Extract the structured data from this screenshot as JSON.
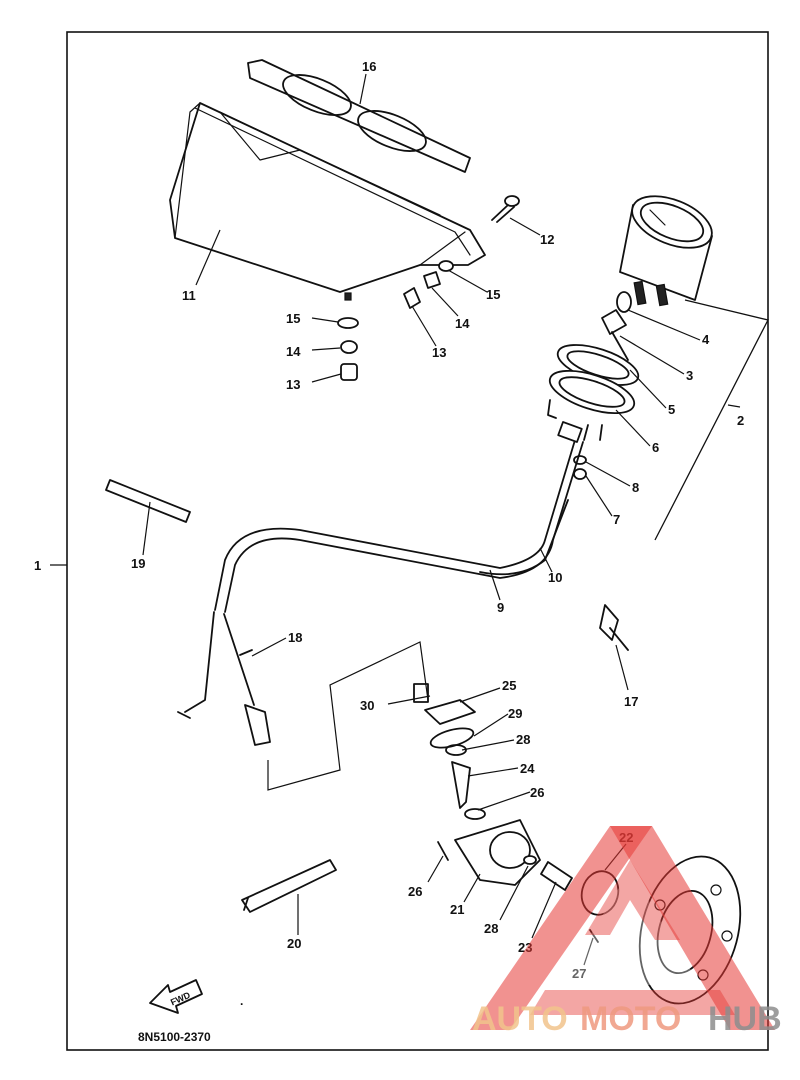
{
  "diagram": {
    "document_code": "8N5100-2370",
    "direction_arrow": "FWD",
    "watermark": {
      "part1": "AUTO",
      "part2": "MOTO",
      "part3": "HUB"
    },
    "callouts": {
      "c1": "1",
      "c2": "2",
      "c3": "3",
      "c4": "4",
      "c5": "5",
      "c6": "6",
      "c7": "7",
      "c8": "8",
      "c9": "9",
      "c10": "10",
      "c11": "11",
      "c12": "12",
      "c13": "13",
      "c14": "14",
      "c15": "15",
      "c16": "16",
      "c17": "17",
      "c18": "18",
      "c19": "19",
      "c20": "20",
      "c21": "21",
      "c22": "22",
      "c23": "23",
      "c24": "24",
      "c25": "25",
      "c26": "26",
      "c27": "27",
      "c28": "28",
      "c29": "29",
      "c30": "30"
    },
    "colors": {
      "ink": "#111111",
      "watermark_red": "#e53935",
      "watermark_orange": "#f2c48c",
      "watermark_gray": "#8e8e8e"
    }
  }
}
